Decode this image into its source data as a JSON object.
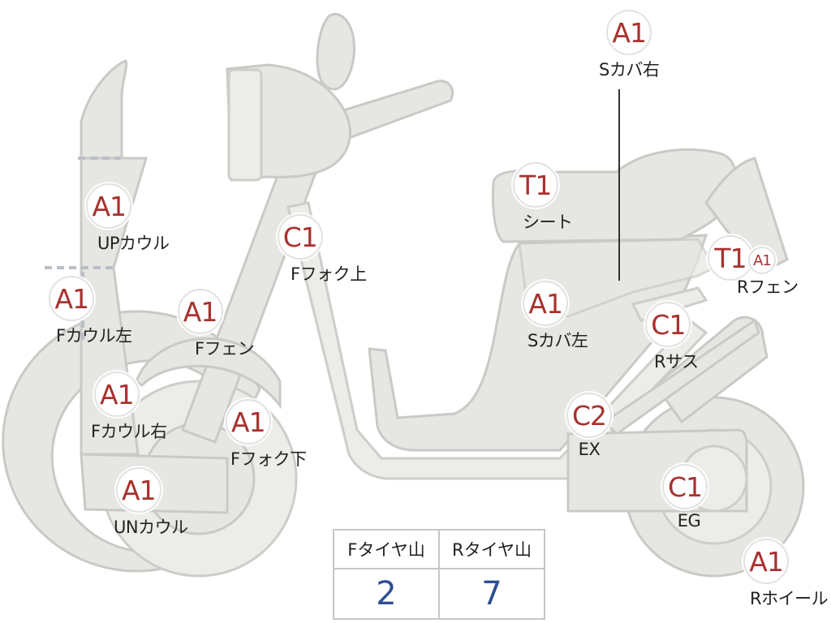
{
  "parts": [
    {
      "id": "up-cowl",
      "badge": "A1",
      "label": "UPカウル"
    },
    {
      "id": "f-cowl-left",
      "badge": "A1",
      "label": "Fカウル左"
    },
    {
      "id": "f-cowl-right",
      "badge": "A1",
      "label": "Fカウル右"
    },
    {
      "id": "un-cowl",
      "badge": "A1",
      "label": "UNカウル"
    },
    {
      "id": "f-fender",
      "badge": "A1",
      "label": "Fフェン"
    },
    {
      "id": "f-fork-upper",
      "badge": "C1",
      "label": "Fフォク上"
    },
    {
      "id": "f-fork-lower",
      "badge": "A1",
      "label": "Fフォク下"
    },
    {
      "id": "s-cover-right",
      "badge": "A1",
      "label": "Sカバ右"
    },
    {
      "id": "seat",
      "badge": "T1",
      "label": "シート"
    },
    {
      "id": "s-cover-left",
      "badge": "A1",
      "label": "Sカバ左"
    },
    {
      "id": "r-fender",
      "badge": "T1",
      "badge2": "A1",
      "label": "Rフェン"
    },
    {
      "id": "r-suspension",
      "badge": "C1",
      "label": "Rサス"
    },
    {
      "id": "exhaust",
      "badge": "C2",
      "label": "EX"
    },
    {
      "id": "engine",
      "badge": "C1",
      "label": "EG"
    },
    {
      "id": "r-wheel",
      "badge": "A1",
      "label": "Rホイール"
    }
  ],
  "tread_table": {
    "headers": [
      "Fタイヤ山",
      "Rタイヤ山"
    ],
    "values": [
      "2",
      "7"
    ]
  },
  "colors": {
    "badge_text": "#a8322f",
    "value_text": "#2f4f93",
    "part_fill": "#e6e6e2",
    "part_stroke": "#c9c9c5"
  }
}
